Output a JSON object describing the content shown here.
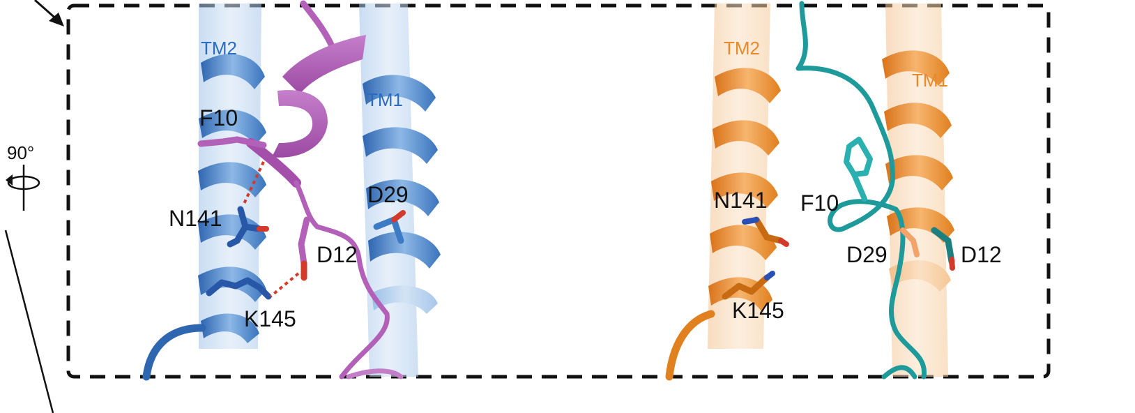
{
  "rotation": {
    "angle": "90°"
  },
  "left_panel": {
    "labels": {
      "tm2": "TM2",
      "tm1": "TM1",
      "f10": "F10",
      "d29": "D29",
      "n141": "N141",
      "d12": "D12",
      "k145": "K145"
    }
  },
  "right_panel": {
    "labels": {
      "tm2": "TM2",
      "tm1": "TM1",
      "n141": "N141",
      "f10": "F10",
      "d29": "D29",
      "d12": "D12",
      "k145": "K145"
    }
  },
  "colors": {
    "blue_helix": "#3d7cc4",
    "blue_dark": "#2857a8",
    "magenta": "#b360b8",
    "orange": "#ee8a22",
    "teal": "#1f9a9a",
    "hbond": "#d23b2b",
    "label_blue": "#2b6cc0",
    "label_orange": "#e9892a",
    "frame": "#1a1a1a"
  },
  "icons": [
    "rotation-arrow-icon",
    "corner-arrow-icon"
  ]
}
